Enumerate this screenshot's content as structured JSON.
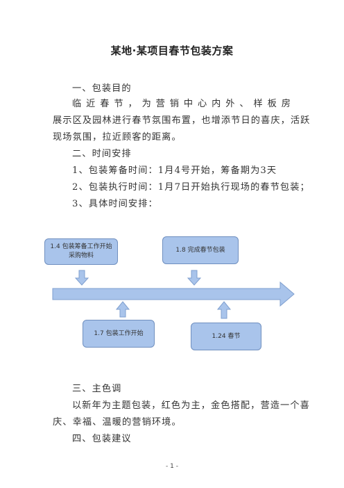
{
  "document": {
    "title": "某地·某项目春节包装方案",
    "section1": {
      "heading": "一、包装目的",
      "para": [
        "临近春节，为营销中心内外、样板房",
        "展示区及园林进行春节氛围布置，也增添节日的喜庆，活跃",
        "现场氛围，拉近顾客的距离。"
      ]
    },
    "section2": {
      "heading": "二、时间安排",
      "items": [
        "1、包装筹备时间：1月4号开始，筹备期为3天",
        "2、包装执行时间：1月7日开始执行现场的春节包装；",
        "3、具体时间安排："
      ]
    },
    "timeline": {
      "box_1_4": "1.4 包装筹备工作开始\n采购物料",
      "box_1_8": "1.8 完成春节包装",
      "box_1_7": "1.7 包装工作开始",
      "box_1_24": "1.24 春节"
    },
    "section3": {
      "heading": "三、主色调",
      "para": [
        "以新年为主题包装，红色为主，金色搭配，营造一个喜",
        "庆、幸福、温暖的营销环境。"
      ]
    },
    "section4": {
      "heading": "四、包装建议"
    },
    "page_number": "- 1 -",
    "colors": {
      "box_fill": "#a9c4eb",
      "box_border": "#6f8fbf",
      "arrow_fill": "#a9c4eb"
    }
  }
}
